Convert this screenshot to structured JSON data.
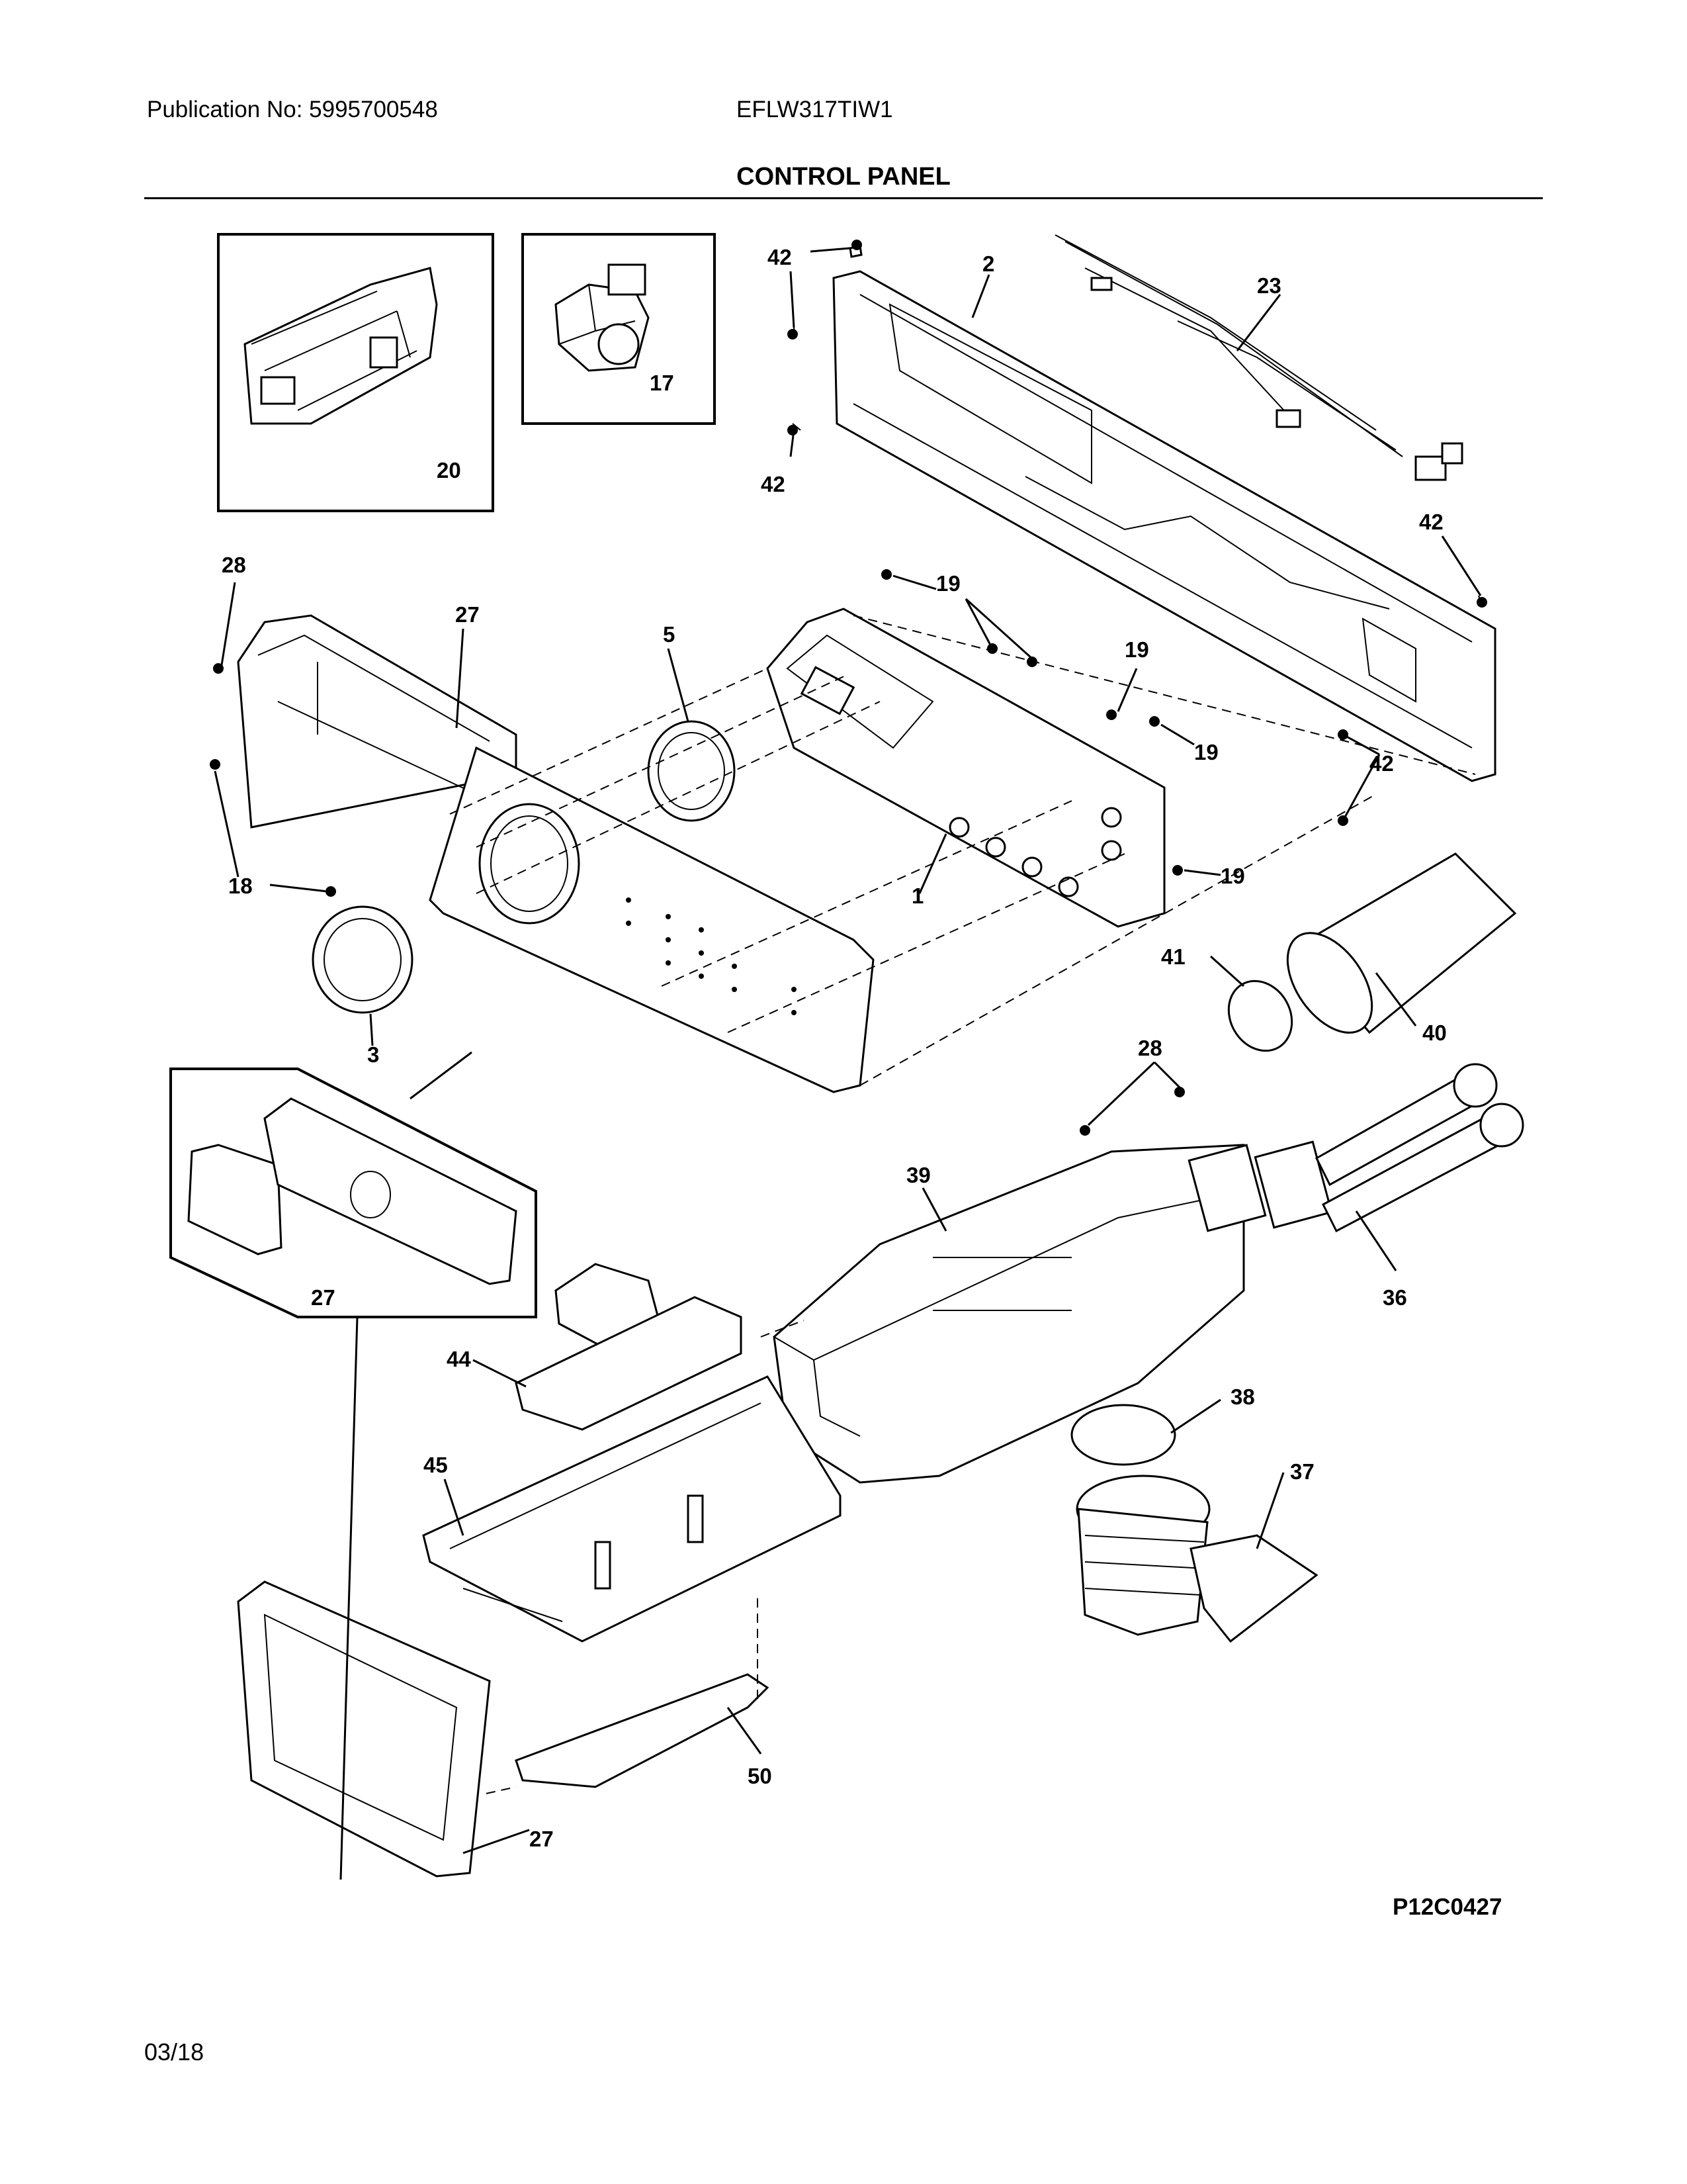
{
  "header": {
    "publication": "Publication No: 5995700548",
    "model": "EFLW317TIW1",
    "title": "CONTROL PANEL"
  },
  "callouts": {
    "c20": "20",
    "c17": "17",
    "c42a": "42",
    "c2": "2",
    "c23": "23",
    "c42b": "42",
    "c42c": "42",
    "c42d": "42",
    "c28a": "28",
    "c27a": "27",
    "c5": "5",
    "c19a": "19",
    "c19b": "19",
    "c19c": "19",
    "c19d": "19",
    "c18": "18",
    "c1": "1",
    "c3": "3",
    "c41": "41",
    "c40": "40",
    "c28b": "28",
    "c39": "39",
    "c36": "36",
    "c27b": "27",
    "c44": "44",
    "c38": "38",
    "c45": "45",
    "c37": "37",
    "c50": "50",
    "c27c": "27"
  },
  "footer": {
    "figure_id": "P12C0427",
    "date": "03/18"
  }
}
